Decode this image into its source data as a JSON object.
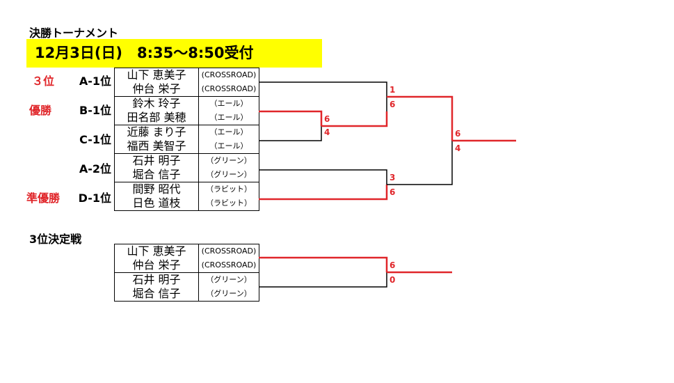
{
  "title": "決勝トーナメント",
  "banner": "12月3日(日)　8:35～8:50受付",
  "colors": {
    "banner_bg": "#ffff00",
    "winner_line": "#e0262a",
    "line": "#000000"
  },
  "main": {
    "pairs": [
      {
        "rank": "３位",
        "seed": "A-1位",
        "players": [
          {
            "name": "山下 恵美子",
            "club": "(CROSSROAD)"
          },
          {
            "name": "仲台 栄子",
            "club": "(CROSSROAD)"
          }
        ]
      },
      {
        "rank": "優勝",
        "seed": "B-1位",
        "players": [
          {
            "name": "鈴木 玲子",
            "club": "（エール）"
          },
          {
            "name": "田名部 美穂",
            "club": "（エール）"
          }
        ]
      },
      {
        "rank": "",
        "seed": "C-1位",
        "players": [
          {
            "name": "近藤 まり子",
            "club": "（エール）"
          },
          {
            "name": "福西 美智子",
            "club": "（エール）"
          }
        ]
      },
      {
        "rank": "",
        "seed": "A-2位",
        "players": [
          {
            "name": "石井 明子",
            "club": "（グリーン）"
          },
          {
            "name": "堀合 信子",
            "club": "（グリーン）"
          }
        ]
      },
      {
        "rank": "準優勝",
        "seed": "D-1位",
        "players": [
          {
            "name": "間野 昭代",
            "club": "（ラビット）"
          },
          {
            "name": "日色 道枝",
            "club": "（ラビット）"
          }
        ]
      }
    ],
    "scores": {
      "bc_top": "6",
      "bc_bottom": "4",
      "semi1_top": "1",
      "semi1_bottom": "6",
      "semi2_top": "3",
      "semi2_bottom": "6",
      "final_top": "6",
      "final_bottom": "4"
    }
  },
  "third_place": {
    "title": "3位決定戦",
    "pairs": [
      {
        "players": [
          {
            "name": "山下 恵美子",
            "club": "(CROSSROAD)"
          },
          {
            "name": "仲台 栄子",
            "club": "(CROSSROAD)"
          }
        ]
      },
      {
        "players": [
          {
            "name": "石井 明子",
            "club": "（グリーン）"
          },
          {
            "name": "堀合 信子",
            "club": "（グリーン）"
          }
        ]
      }
    ],
    "scores": {
      "top": "6",
      "bottom": "0"
    }
  }
}
